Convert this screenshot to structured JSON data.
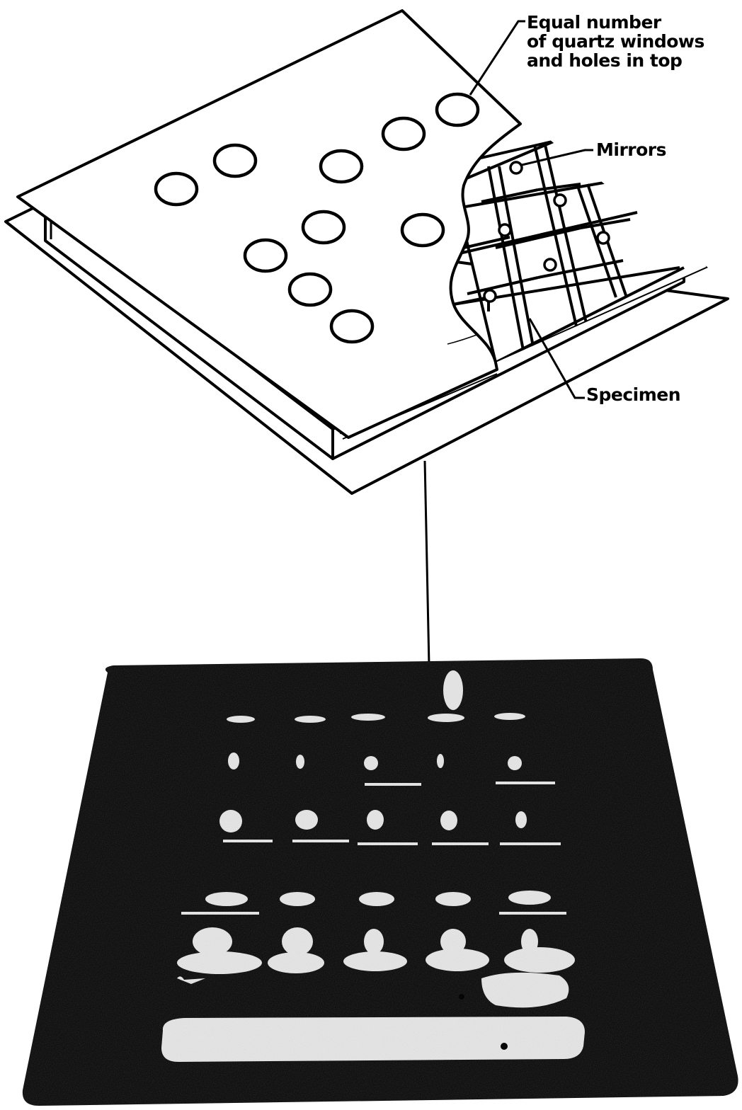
{
  "diagram": {
    "callouts": {
      "windows_lines": [
        "Equal number",
        "of quartz windows",
        "and holes in top"
      ],
      "mirrors": "Mirrors",
      "specimen": "Specimen"
    },
    "colors": {
      "ink": "#000000",
      "paper": "#ffffff",
      "photo_background": "#050505",
      "photo_highlight": "#e9e9e9"
    }
  }
}
